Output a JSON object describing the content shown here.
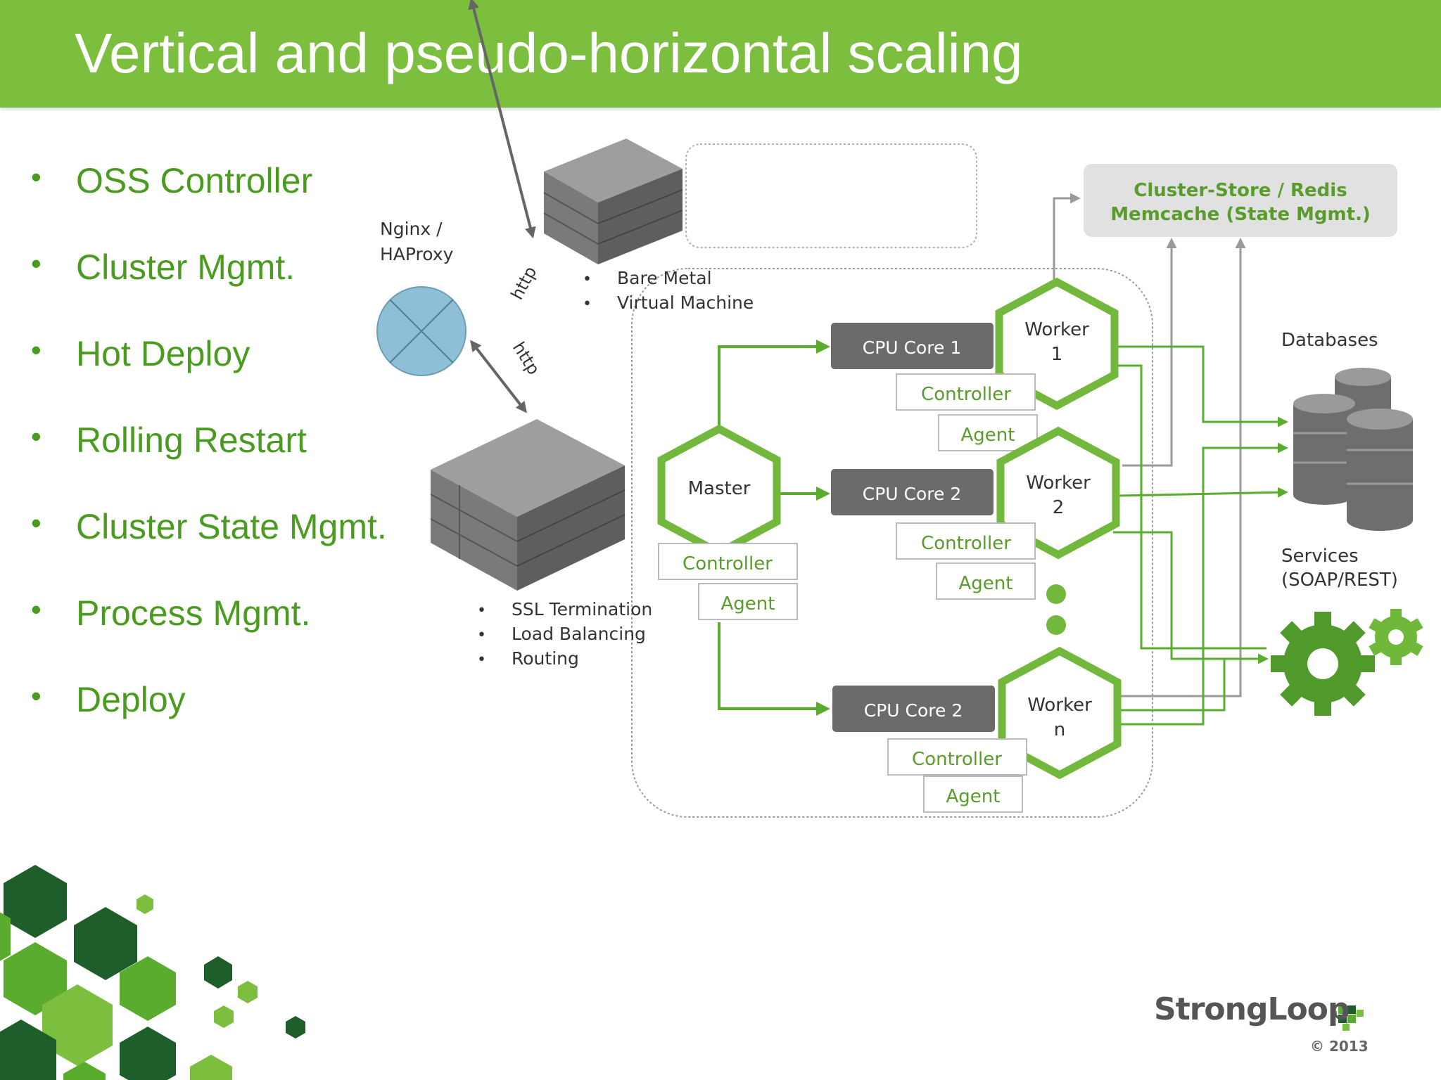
{
  "slide": {
    "title": "Vertical and pseudo-horizontal scaling",
    "bullets": [
      "OSS Controller",
      "Cluster Mgmt.",
      "Hot Deploy",
      "Rolling Restart",
      "Cluster State Mgmt.",
      "Process Mgmt.",
      "Deploy"
    ],
    "bullet_glyph": "•"
  },
  "diagram": {
    "proxy": {
      "line1": "Nginx /",
      "line2": "HAProxy"
    },
    "http_label": "http",
    "bare_metal_list": [
      "Bare Metal",
      "Virtual Machine"
    ],
    "proxy_features": [
      "SSL Termination",
      "Load Balancing",
      "Routing"
    ],
    "cluster_store": {
      "line1": "Cluster-Store / Redis",
      "line2": "Memcache (State Mgmt.)"
    },
    "master": {
      "label": "Master",
      "controller": "Controller",
      "agent": "Agent"
    },
    "workers": [
      {
        "core": "CPU Core 1",
        "name": "Worker",
        "index": "1",
        "controller": "Controller",
        "agent": "Agent"
      },
      {
        "core": "CPU Core 2",
        "name": "Worker",
        "index": "2",
        "controller": "Controller",
        "agent": "Agent"
      },
      {
        "core": "CPU Core 2",
        "name": "Worker",
        "index": "n",
        "controller": "Controller",
        "agent": "Agent"
      }
    ],
    "databases_label": "Databases",
    "services": {
      "line1": "Services",
      "line2": "(SOAP/REST)"
    }
  },
  "branding": {
    "logo_text": "StrongLoop",
    "copyright": "© 2013"
  },
  "colors": {
    "header_green": "#7cbf3f",
    "bullet_green": "#4a9c20",
    "arrow_green": "#5aac2e",
    "dark_green": "#1e5e2a",
    "core_gray": "#6b6b6b",
    "proxy_blue": "#8fbfd6"
  },
  "icons": {
    "proxy": "load-balancer-circle-icon",
    "servers": "server-rack-icon",
    "databases": "database-cylinder-icon",
    "services": "gear-icon",
    "logo": "stronglooop-cube-icon"
  }
}
